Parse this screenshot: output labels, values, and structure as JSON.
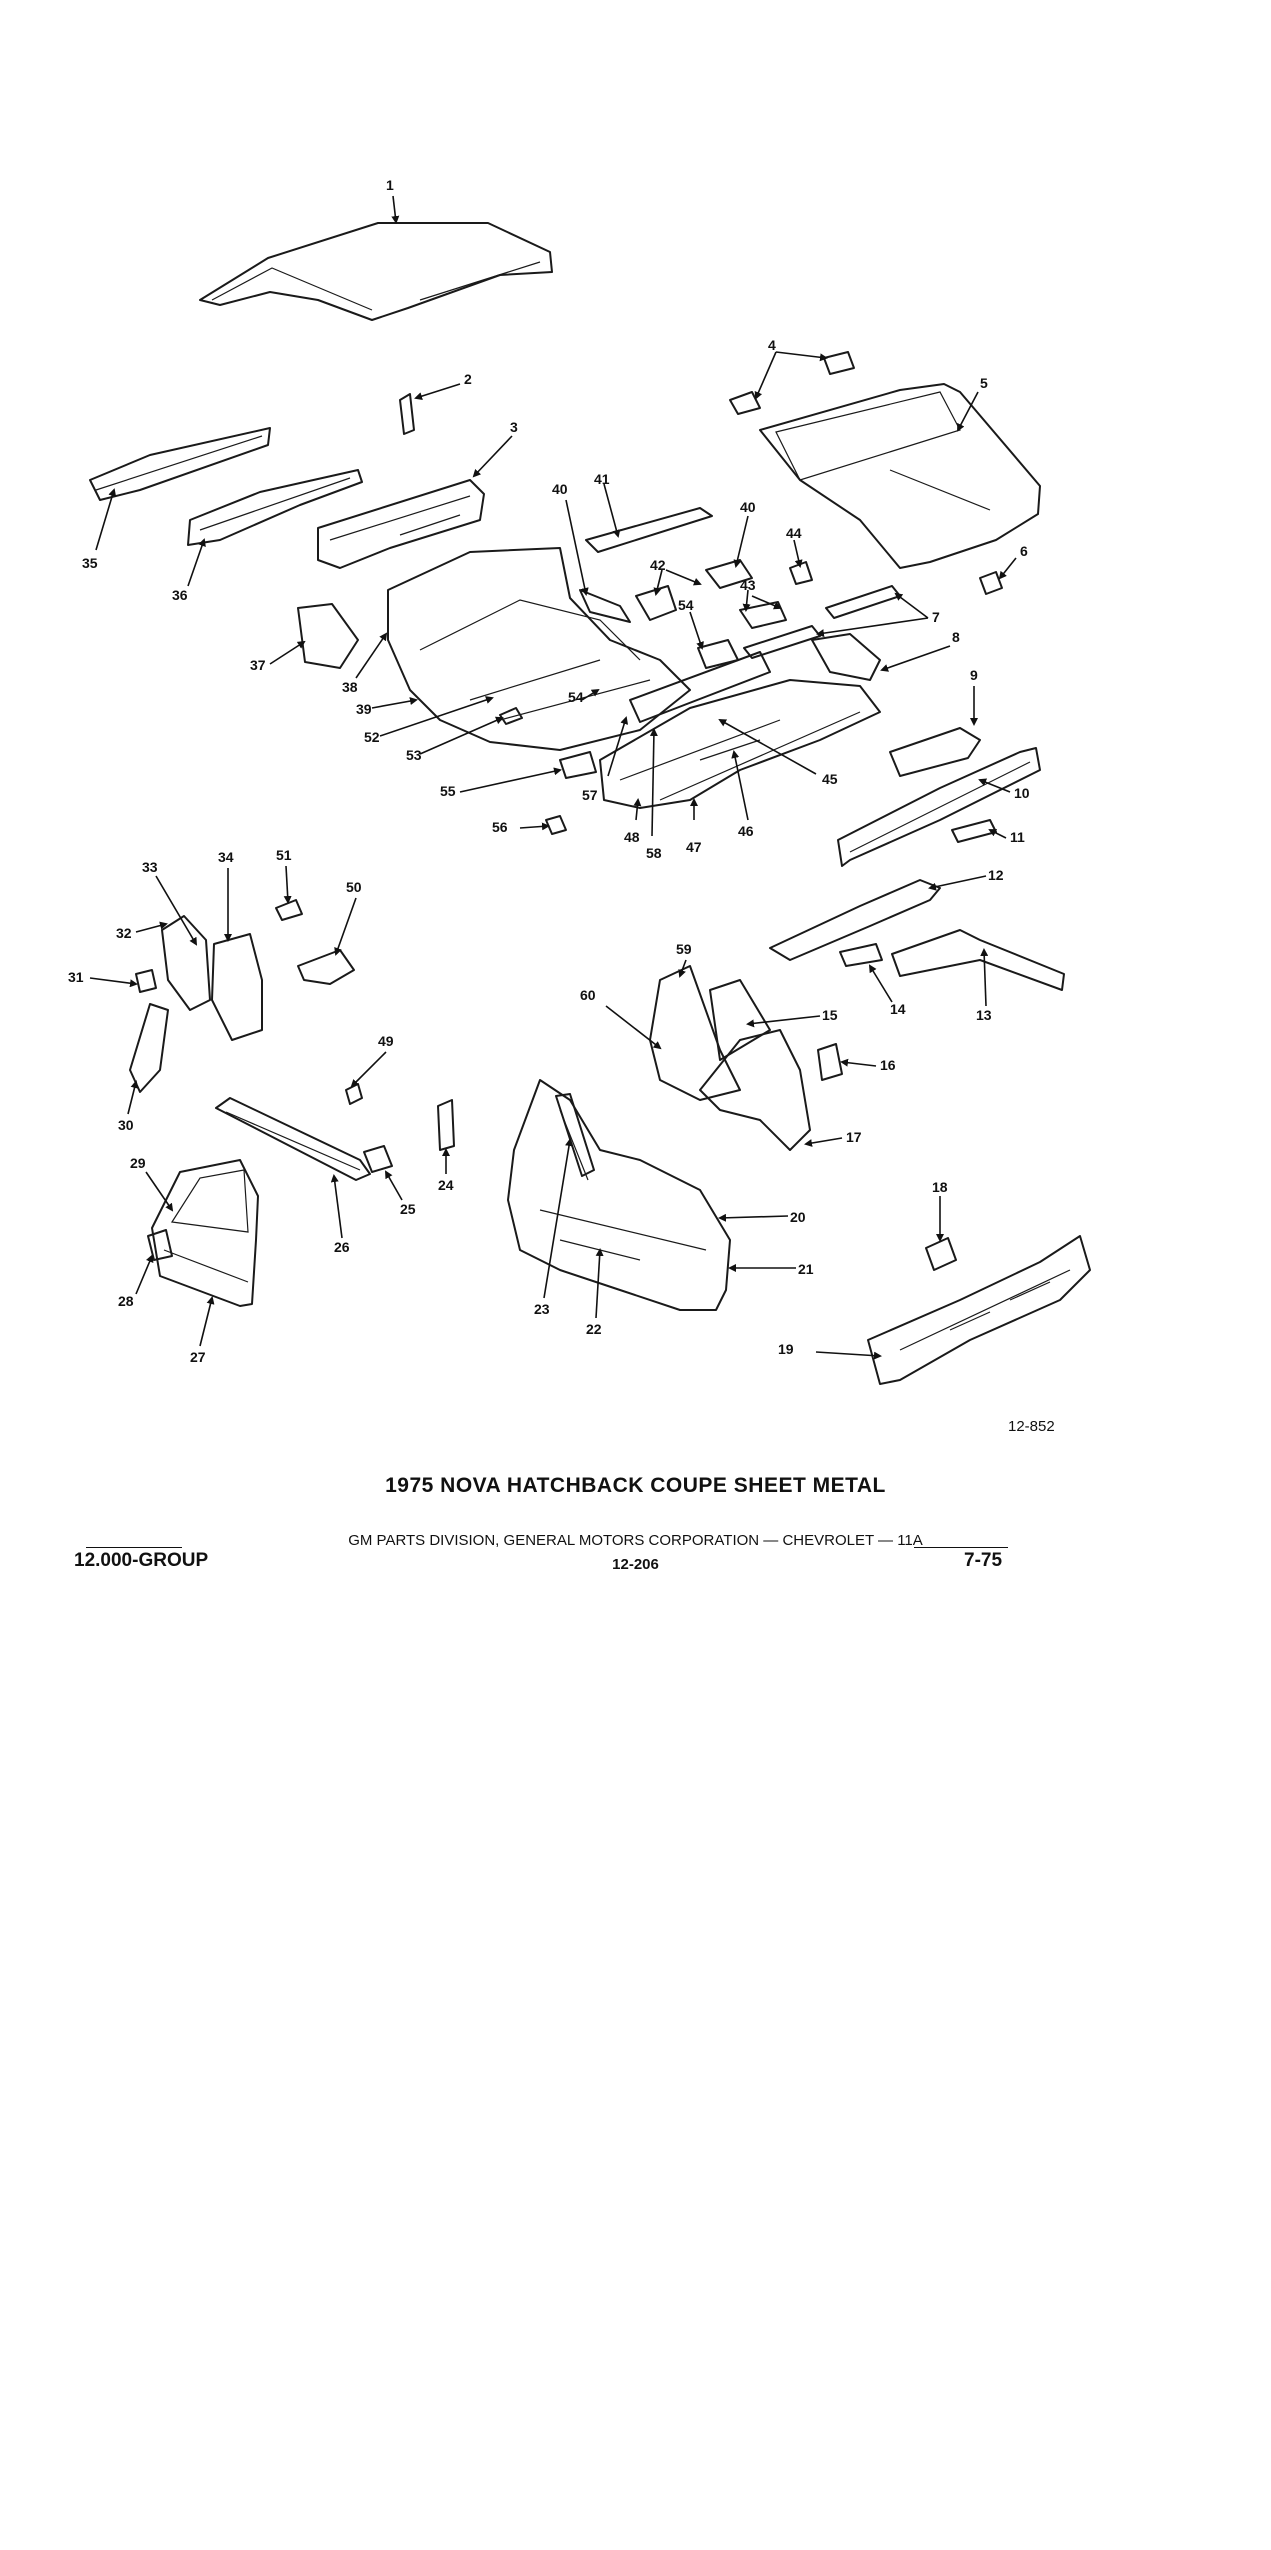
{
  "figure": {
    "id": "12-852",
    "title": "1975 NOVA HATCHBACK COUPE SHEET METAL",
    "callouts": [
      "1",
      "2",
      "3",
      "4",
      "5",
      "6",
      "7",
      "8",
      "9",
      "10",
      "11",
      "12",
      "13",
      "14",
      "15",
      "16",
      "17",
      "18",
      "19",
      "20",
      "21",
      "22",
      "23",
      "24",
      "25",
      "26",
      "27",
      "28",
      "29",
      "30",
      "31",
      "32",
      "33",
      "34",
      "35",
      "36",
      "37",
      "38",
      "39",
      "40",
      "40",
      "41",
      "42",
      "43",
      "44",
      "45",
      "46",
      "47",
      "48",
      "49",
      "50",
      "51",
      "52",
      "53",
      "54",
      "54",
      "55",
      "56",
      "57",
      "58",
      "59",
      "60"
    ]
  },
  "footer": {
    "division": "GM PARTS DIVISION, GENERAL MOTORS CORPORATION — CHEVROLET — 11A",
    "group": "12.000-GROUP",
    "page": "12-206",
    "date": "7-75"
  }
}
